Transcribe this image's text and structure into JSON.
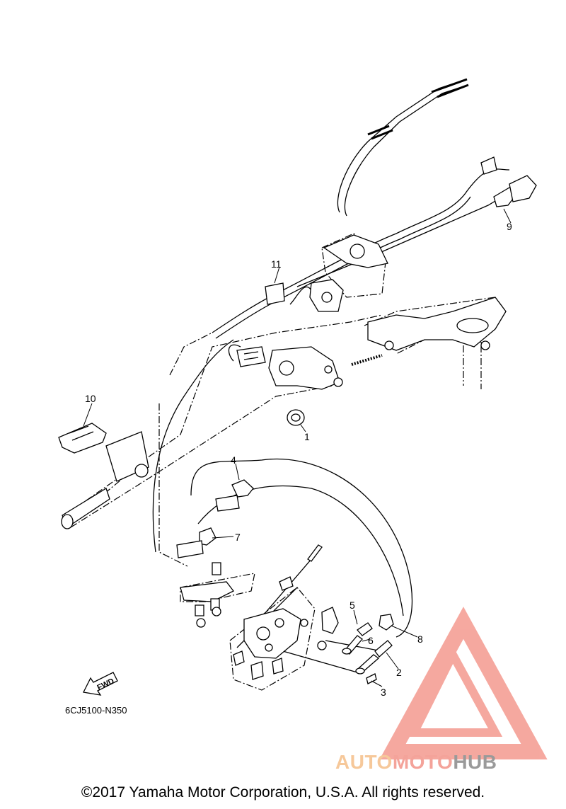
{
  "diagram": {
    "callouts": [
      {
        "id": "1",
        "label": "1"
      },
      {
        "id": "2",
        "label": "2"
      },
      {
        "id": "3",
        "label": "3"
      },
      {
        "id": "4",
        "label": "4"
      },
      {
        "id": "5",
        "label": "5"
      },
      {
        "id": "6",
        "label": "6"
      },
      {
        "id": "7",
        "label": "7"
      },
      {
        "id": "8",
        "label": "8"
      },
      {
        "id": "9",
        "label": "9"
      },
      {
        "id": "10",
        "label": "10"
      },
      {
        "id": "11",
        "label": "11"
      }
    ],
    "diagram_code": "6CJ5100-N350",
    "fwd_label": "FWD"
  },
  "watermark": {
    "part1": "AUTO",
    "part2": "MOTO",
    "part3": "HUB",
    "color_part1": "#f6c89a",
    "color_part2": "#f4a39a",
    "color_part3": "#9a9a9a",
    "logo_color": "#f49a8f"
  },
  "footer": {
    "copyright": "©2017 Yamaha Motor Corporation, U.S.A. All rights reserved."
  }
}
